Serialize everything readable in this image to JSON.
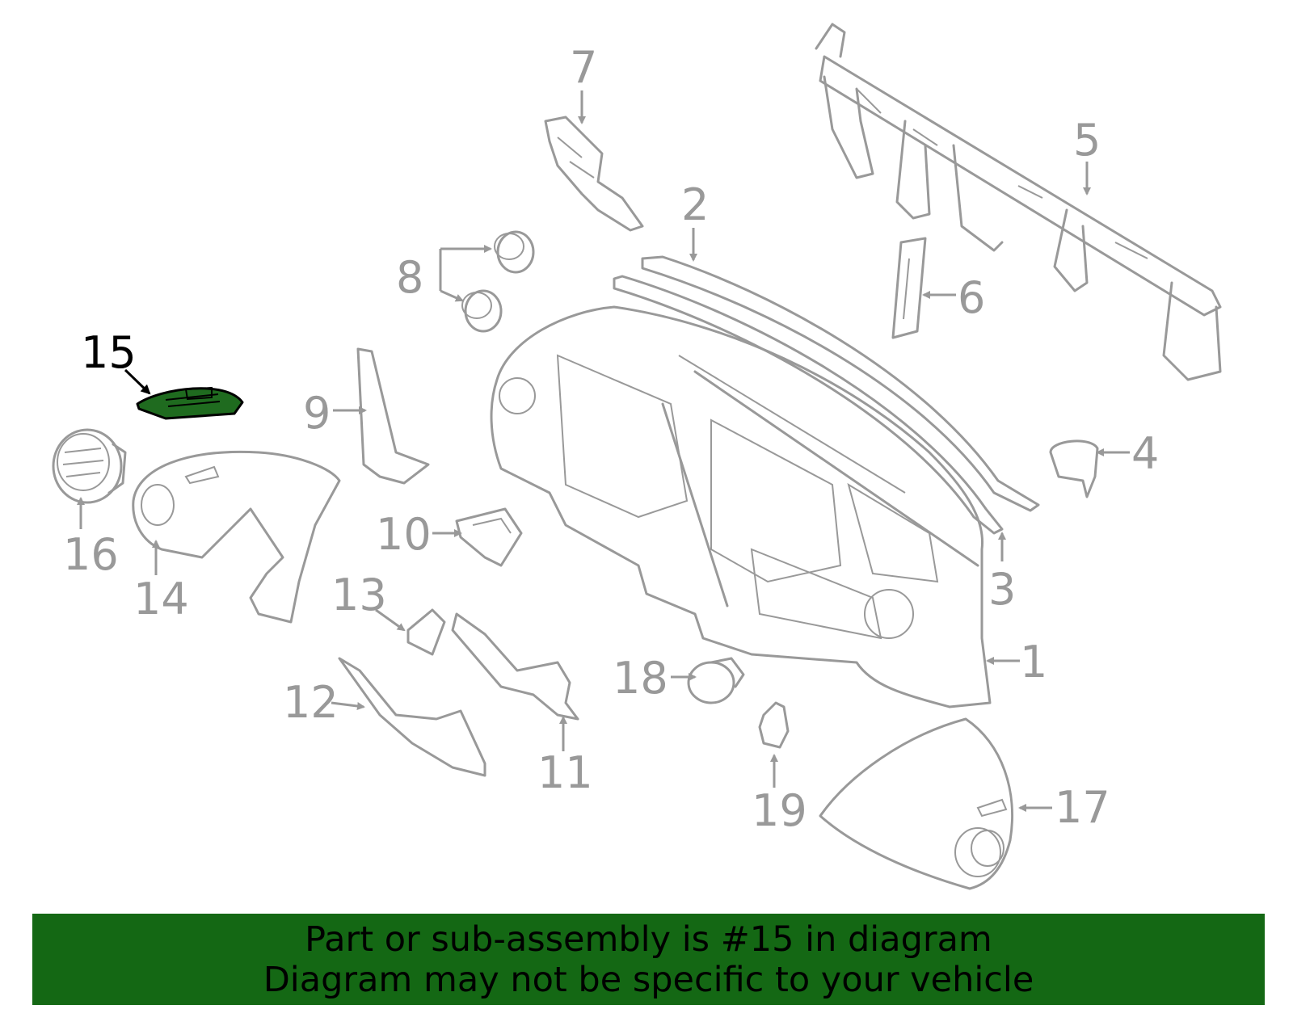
{
  "colors": {
    "part_stroke": "#999999",
    "highlight_fill": "#1f6b1f",
    "banner_bg": "#146814",
    "text_active": "#000000"
  },
  "callouts": {
    "c1": "1",
    "c2": "2",
    "c3": "3",
    "c4": "4",
    "c5": "5",
    "c6": "6",
    "c7": "7",
    "c8": "8",
    "c9": "9",
    "c10": "10",
    "c11": "11",
    "c12": "12",
    "c13": "13",
    "c14": "14",
    "c15": "15",
    "c16": "16",
    "c17": "17",
    "c18": "18",
    "c19": "19"
  },
  "highlighted_part": "15",
  "banner": {
    "line1": "Part or sub-assembly is #15 in diagram",
    "line2": "Diagram may not be specific to your vehicle"
  }
}
